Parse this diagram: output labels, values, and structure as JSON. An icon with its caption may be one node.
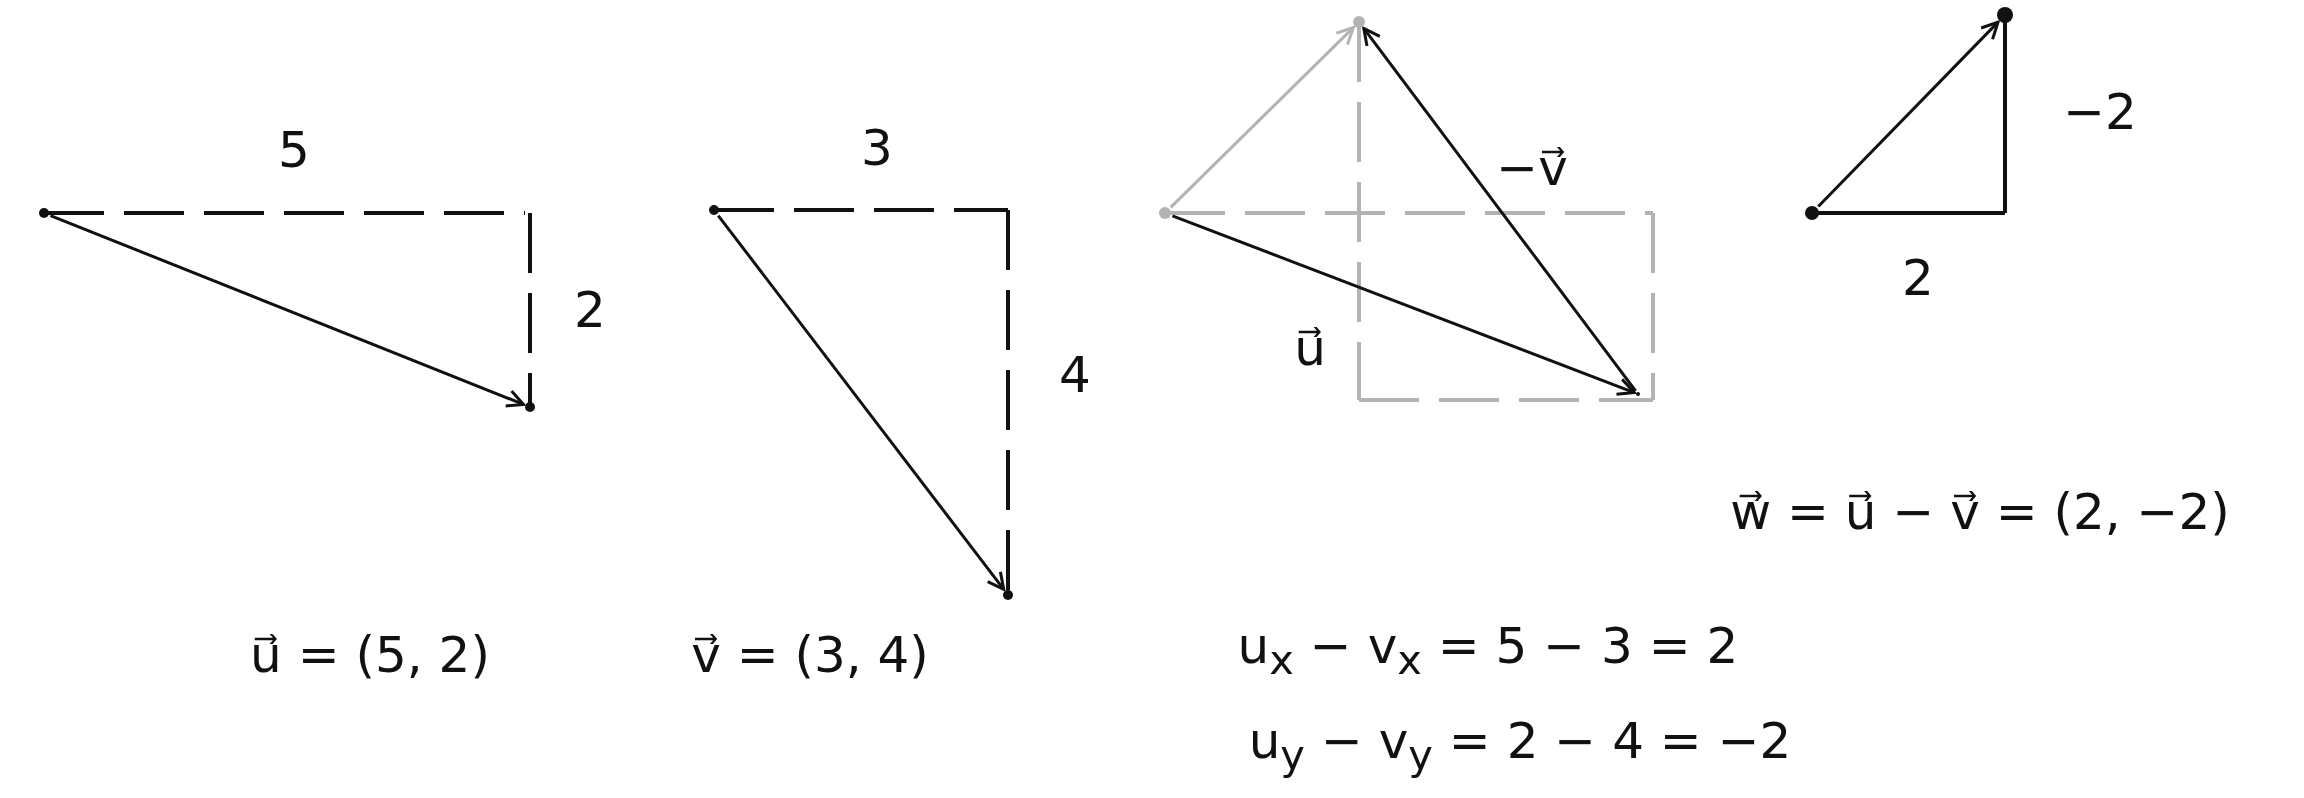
{
  "diagram": {
    "nodes": [
      {
        "text": [],
        "shape": "circle"
      },
      {
        "text": [],
        "shape": "circle"
      },
      {
        "text": [],
        "shape": "circle"
      },
      {
        "text": [],
        "shape": "circle"
      },
      {
        "text": [],
        "shape": "circle"
      },
      {
        "text": [],
        "shape": "circle"
      },
      {
        "text": [],
        "shape": "circle"
      },
      {
        "text": [],
        "shape": "circle"
      },
      {
        "text": [],
        "shape": "circle"
      }
    ],
    "edges": [
      {
        "from": 0,
        "to": 1,
        "arrow": "to"
      },
      {
        "from": 2,
        "to": 3,
        "arrow": "to"
      },
      {
        "from": 4,
        "to": 5,
        "arrow": "to",
        "color": "#b3b3b3"
      },
      {
        "from": 4,
        "to": 6,
        "arrow": "to"
      },
      {
        "from": 6,
        "to": 5,
        "arrow": "to"
      },
      {
        "from": 7,
        "to": 8,
        "arrow": "to"
      }
    ],
    "labels": [
      "5",
      "2",
      "3",
      "4",
      "−v⃗",
      "u⃗",
      "−2",
      "2",
      "w⃗ = u⃗ − v⃗ = (2, −2)",
      "u⃗ = (5, 2)",
      "v⃗ = (3, 4)",
      "u$_{x}$ − v$_{x}$ = 5 − 3 = 2",
      "u$_{y}$ − v$_{y}$ = 2 − 4 = −2"
    ]
  }
}
